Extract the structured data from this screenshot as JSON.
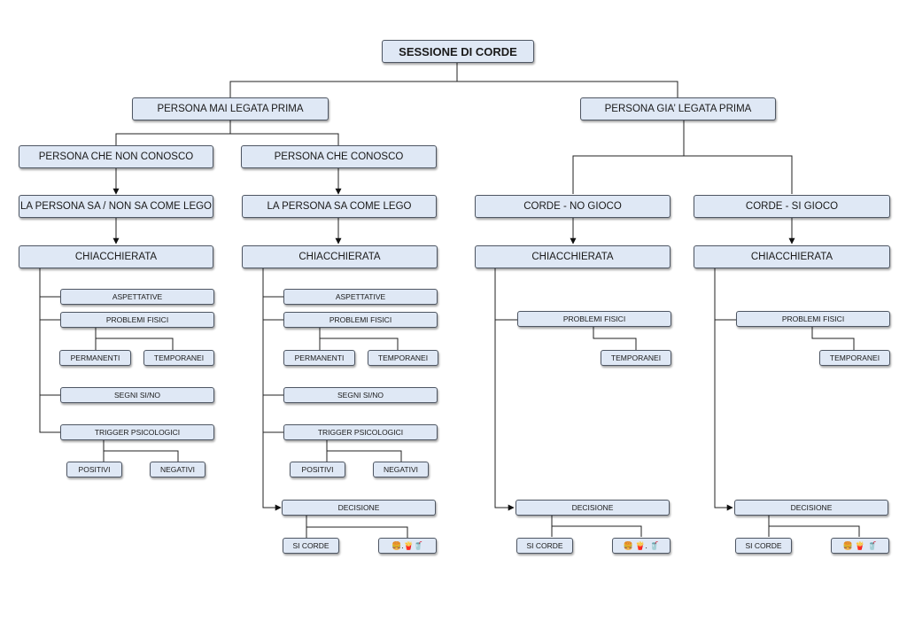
{
  "root": "SESSIONE DI CORDE",
  "branch_left": "PERSONA MAI LEGATA PRIMA",
  "branch_right": "PERSONA GIA’ LEGATA PRIMA",
  "col1": {
    "title": "PERSONA CHE NON CONOSCO",
    "knowledge": "LA PERSONA SA / NON SA COME LEGO",
    "chat": "CHIACCHIERATA",
    "expectations": "ASPETTATIVE",
    "physical": "PROBLEMI FISICI",
    "permanent": "PERMANENTI",
    "temporary": "TEMPORANEI",
    "signs": "SEGNI SI/NO",
    "triggers": "TRIGGER PSICOLOGICI",
    "positive": "POSITIVI",
    "negative": "NEGATIVI"
  },
  "col2": {
    "title": "PERSONA CHE CONOSCO",
    "knowledge": "LA PERSONA SA COME LEGO",
    "chat": "CHIACCHIERATA",
    "expectations": "ASPETTATIVE",
    "physical": "PROBLEMI FISICI",
    "permanent": "PERMANENTI",
    "temporary": "TEMPORANEI",
    "signs": "SEGNI SI/NO",
    "triggers": "TRIGGER PSICOLOGICI",
    "positive": "POSITIVI",
    "negative": "NEGATIVI",
    "decision": "DECISIONE",
    "yes": "SI CORDE",
    "alt": "🍔.🍟🥤"
  },
  "col3": {
    "title": "CORDE - NO GIOCO",
    "chat": "CHIACCHIERATA",
    "physical": "PROBLEMI FISICI",
    "temporary": "TEMPORANEI",
    "decision": "DECISIONE",
    "yes": "SI CORDE",
    "alt": "🍔 🍟. 🥤"
  },
  "col4": {
    "title": "CORDE - SI GIOCO",
    "chat": "CHIACCHIERATA",
    "physical": "PROBLEMI FISICI",
    "temporary": "TEMPORANEI",
    "decision": "DECISIONE",
    "yes": "SI CORDE",
    "alt": "🍔 🍟 🥤"
  }
}
